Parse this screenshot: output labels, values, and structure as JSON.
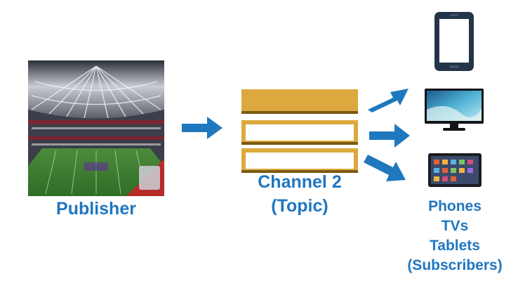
{
  "publisher": {
    "label": "Publisher"
  },
  "channel": {
    "line1": "Channel 2",
    "line2": "(Topic)"
  },
  "subscribers": {
    "lines": [
      "Phones",
      "TVs",
      "Tablets",
      "(Subscribers)"
    ]
  },
  "colors": {
    "label_blue": "#1f77c0",
    "arrow_blue": "#1f78bd",
    "queue_gold": "#dba93d",
    "queue_shadow": "#7a5a14",
    "device_dark": "#24354a"
  },
  "icons": {
    "publisher_image": "stadium-photo",
    "device_1": "smartphone-icon",
    "device_2": "tv-icon",
    "device_3": "tablet-icon"
  }
}
